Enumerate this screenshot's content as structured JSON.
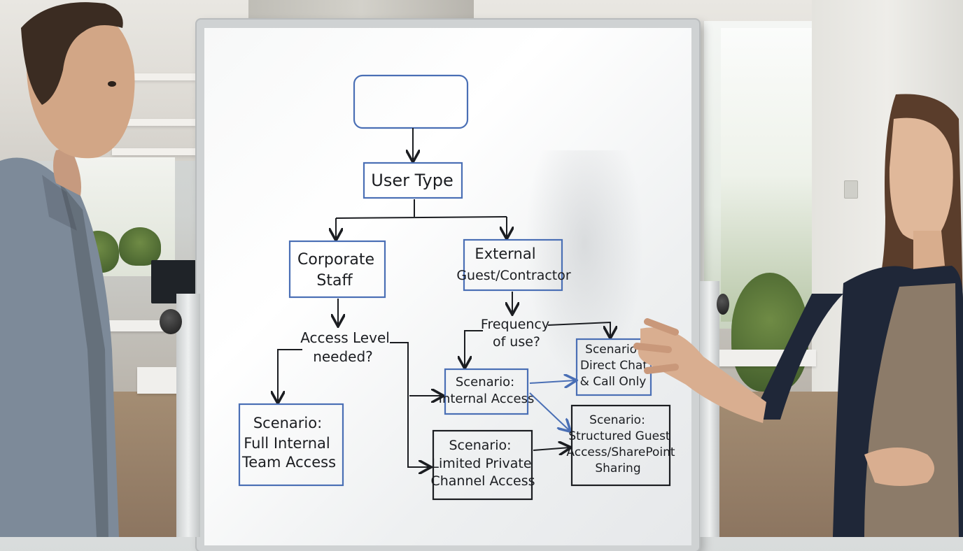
{
  "whiteboard": {
    "top_box_text": "",
    "user_type": "User Type",
    "corporate_staff": [
      "Corporate",
      "Staff"
    ],
    "external_guest": [
      "External",
      "Guest/Contractor"
    ],
    "access_level": [
      "Access Level",
      "needed?"
    ],
    "frequency": [
      "Frequency",
      "of use?"
    ],
    "scenario_direct_chat": [
      "Scenario:",
      "Direct Chat",
      "& Call Only"
    ],
    "scenario_internal_access": [
      "Scenario:",
      "Internal Access"
    ],
    "scenario_full_internal": [
      "Scenario:",
      "Full Internal",
      "Team Access"
    ],
    "scenario_limited_private": [
      "Scenario:",
      "Limited Private",
      "Channel Access"
    ],
    "scenario_structured_guest": [
      "Scenario:",
      "Structured Guest",
      "Access/SharePoint",
      "Sharing"
    ]
  },
  "colors": {
    "marker_blue": "#4a6fb5",
    "marker_black": "#1b1d21",
    "board_white": "#fbfbfb"
  }
}
